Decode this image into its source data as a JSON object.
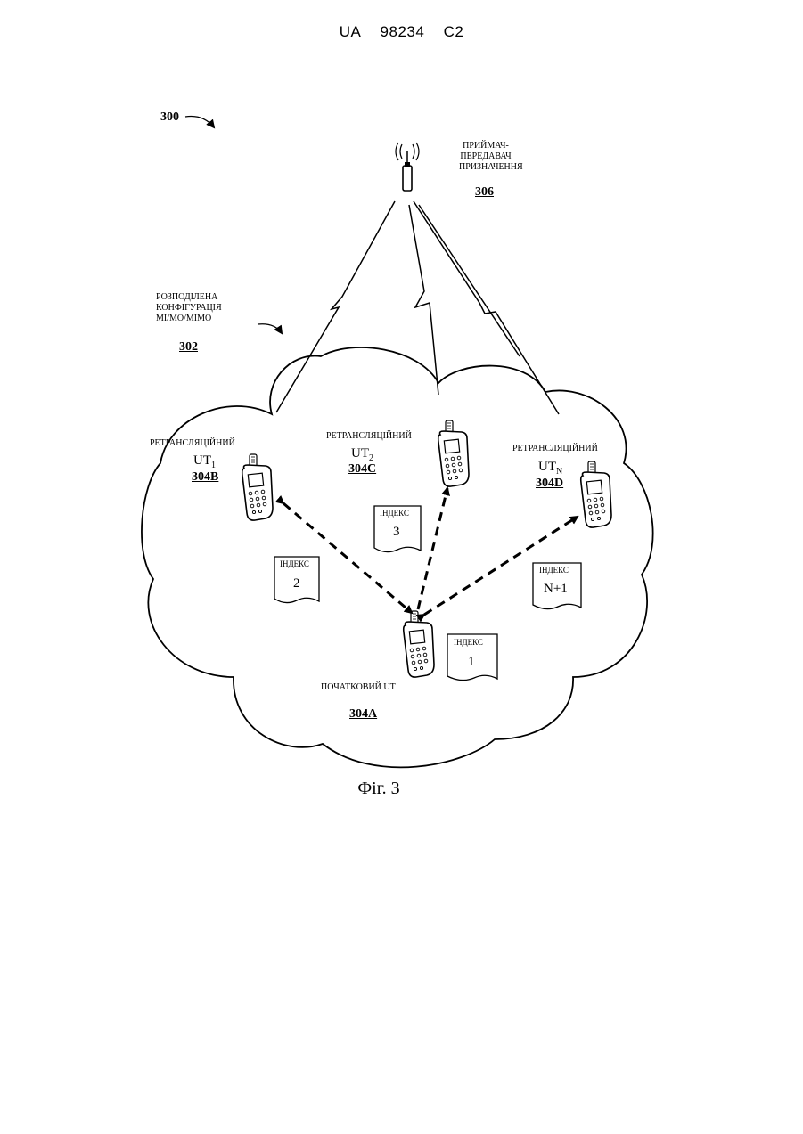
{
  "header": {
    "country": "UA",
    "number": "98234",
    "kind": "C2"
  },
  "figure_number": "300",
  "transceiver": {
    "lines": [
      "ПРИЙМАЧ-",
      "ПЕРЕДАВАЧ",
      "ПРИЗНАЧЕННЯ"
    ],
    "ref": "306"
  },
  "distributed": {
    "lines": [
      "РОЗПОДІЛЕНА",
      "КОНФІГУРАЦІЯ",
      "MI/MO/MIMO"
    ],
    "ref": "302"
  },
  "relays": [
    {
      "label": "РЕТРАНСЛЯЦІЙНИЙ",
      "ut": "UT",
      "sub": "1",
      "ref": "304B"
    },
    {
      "label": "РЕТРАНСЛЯЦІЙНИЙ",
      "ut": "UT",
      "sub": "2",
      "ref": "304C"
    },
    {
      "label": "РЕТРАНСЛЯЦІЙНИЙ",
      "ut": "UT",
      "sub": "N",
      "ref": "304D"
    }
  ],
  "origin": {
    "label": "ПОЧАТКОВИЙ UT",
    "ref": "304A"
  },
  "index_docs": [
    {
      "label": "ІНДЕКС",
      "value": "2"
    },
    {
      "label": "ІНДЕКС",
      "value": "3"
    },
    {
      "label": "ІНДЕКС",
      "value": "N+1"
    },
    {
      "label": "ІНДЕКС",
      "value": "1"
    }
  ],
  "caption": "Фіг. 3"
}
